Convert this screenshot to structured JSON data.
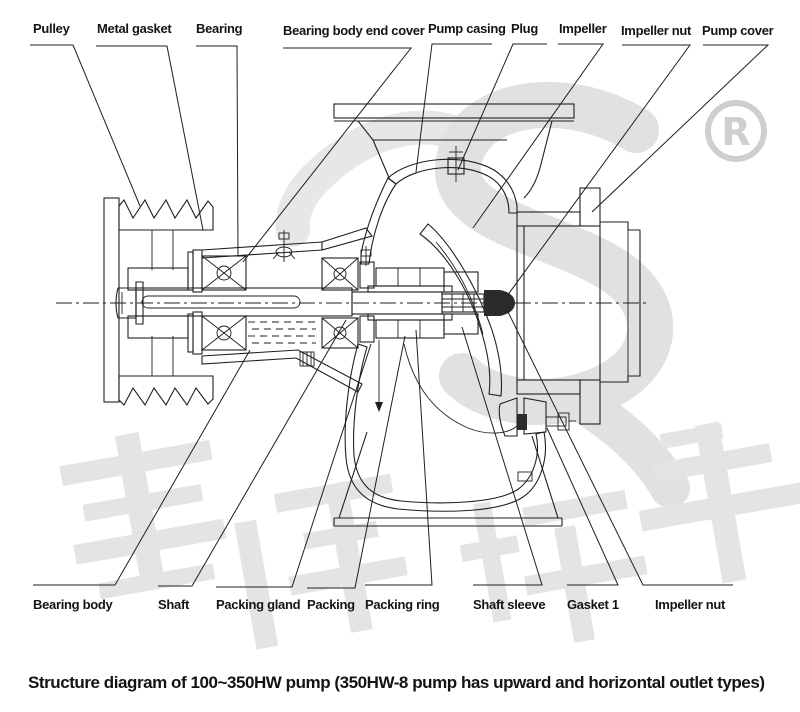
{
  "caption": "Structure diagram of 100~350HW pump (350HW-8 pump has upward and horizontal outlet types)",
  "labels_top": [
    {
      "id": "pulley",
      "text": "Pulley"
    },
    {
      "id": "metal-gasket",
      "text": "Metal gasket"
    },
    {
      "id": "bearing",
      "text": "Bearing"
    },
    {
      "id": "bearing-body-end-cover",
      "text": "Bearing body end cover"
    },
    {
      "id": "pump-casing",
      "text": "Pump casing"
    },
    {
      "id": "plug",
      "text": "Plug"
    },
    {
      "id": "impeller",
      "text": "Impeller"
    },
    {
      "id": "impeller-nut",
      "text": "Impeller nut"
    },
    {
      "id": "pump-cover",
      "text": "Pump cover"
    }
  ],
  "labels_bottom": [
    {
      "id": "bearing-body",
      "text": "Bearing body"
    },
    {
      "id": "shaft",
      "text": "Shaft"
    },
    {
      "id": "packing-gland",
      "text": "Packing gland"
    },
    {
      "id": "packing",
      "text": "Packing"
    },
    {
      "id": "packing-ring",
      "text": "Packing ring"
    },
    {
      "id": "shaft-sleeve",
      "text": "Shaft sleeve"
    },
    {
      "id": "gasket-1",
      "text": "Gasket 1"
    },
    {
      "id": "impeller-nut-2",
      "text": "Impeller nut"
    }
  ],
  "watermark": {
    "registered_mark": "R",
    "brand_characters": "黄河铁牛",
    "logo_shape": "S-swoosh",
    "color": "#e3e3e3"
  },
  "drawing": {
    "line_color": "#1f1f1f",
    "background": "#ffffff"
  }
}
